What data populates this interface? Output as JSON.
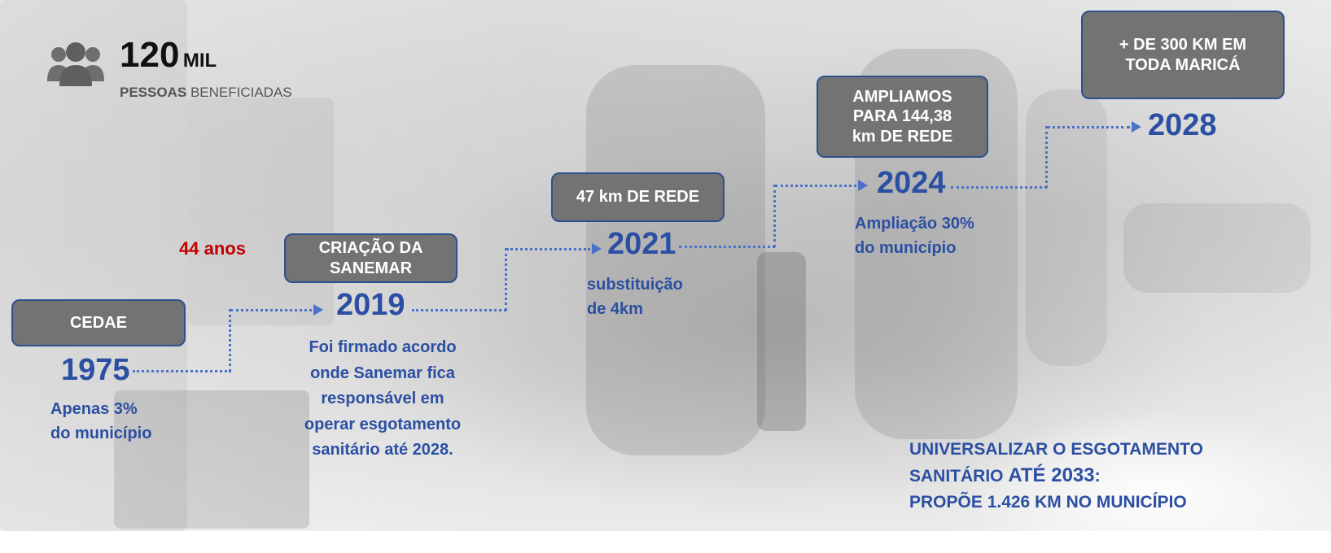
{
  "stats": {
    "number": "120",
    "unit": "MIL",
    "label_bold": "PESSOAS",
    "label_rest": "BENEFICIADAS",
    "icon": "people-group-icon"
  },
  "duration_label": "44 anos",
  "timeline": [
    {
      "box": "CEDAE",
      "year": "1975",
      "desc": [
        "Apenas 3%",
        "do município"
      ]
    },
    {
      "box": [
        "CRIAÇÃO DA",
        "SANEMAR"
      ],
      "year": "2019",
      "desc": [
        "Foi firmado acordo",
        "onde Sanemar fica",
        "responsável em",
        "operar esgotamento",
        "sanitário até 2028."
      ]
    },
    {
      "box": "47 km DE REDE",
      "year": "2021",
      "desc": [
        "substituição",
        "de 4km"
      ]
    },
    {
      "box": [
        "AMPLIAMOS",
        "PARA 144,38",
        "km DE REDE"
      ],
      "year": "2024",
      "desc": [
        "Ampliação 30%",
        "do município"
      ]
    },
    {
      "box": [
        "+ DE 300 KM EM",
        "TODA MARICÁ"
      ],
      "year": "2028"
    }
  ],
  "goal": {
    "line1": "UNIVERSALIZAR O ESGOTAMENTO",
    "line2a": "SANITÁRIO ",
    "line2b": "ATÉ 2033",
    "line2c": ":",
    "line3": "PROPÕE 1.426 KM NO MUNICÍPIO"
  },
  "colors": {
    "accent": "#2b4fa2",
    "box_fill": "#737373",
    "box_border": "#2f4f8f",
    "highlight": "#c00000",
    "dots": "#4a72c8"
  }
}
